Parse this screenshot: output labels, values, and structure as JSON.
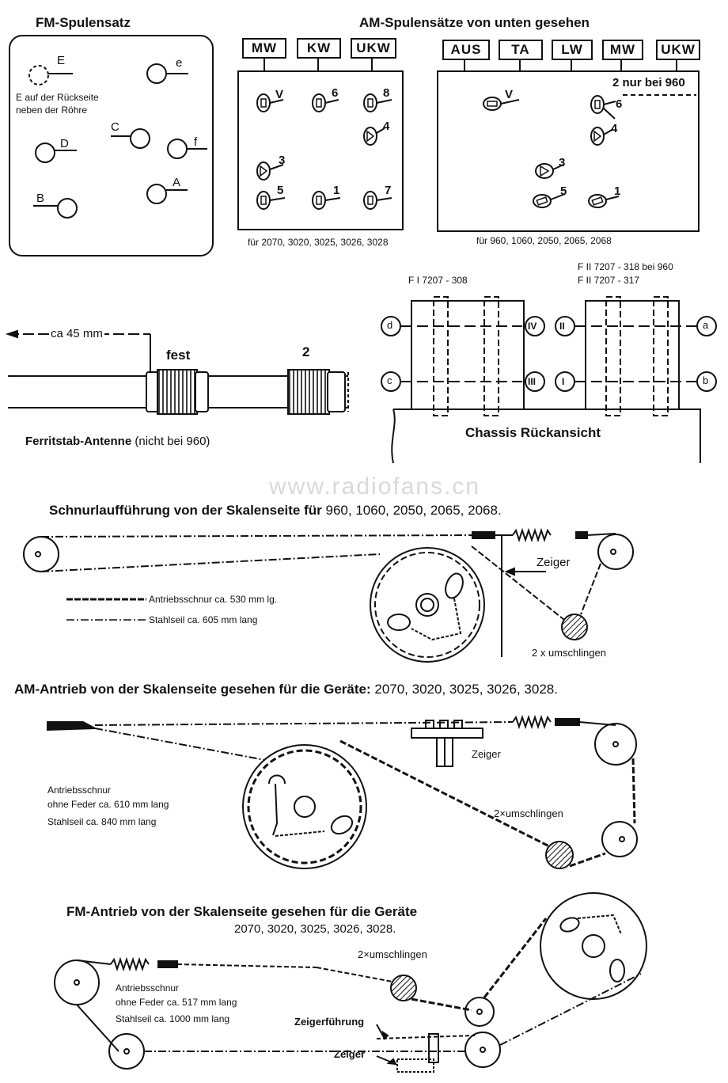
{
  "fm_coil_set": {
    "title": "FM-Spulensatz",
    "pins": [
      "E",
      "e",
      "C",
      "D",
      "f",
      "B",
      "A"
    ],
    "note_line1": "E auf der Rückseite",
    "note_line2": "neben der Röhre"
  },
  "am_coil_sets": {
    "title": "AM-Spulensätze von unten gesehen",
    "left_tags": [
      "MW",
      "KW",
      "UKW"
    ],
    "right_tags": [
      "AUS",
      "TA",
      "LW",
      "MW",
      "UKW"
    ],
    "left_coils": [
      "V",
      "6",
      "8",
      "4",
      "3",
      "5",
      "1",
      "7"
    ],
    "right_coils": [
      "V",
      "6",
      "4",
      "3",
      "5",
      "1"
    ],
    "right_note": "2 nur bei 960",
    "left_caption": "für 2070, 3020, 3025, 3026, 3028",
    "right_caption": "für 960, 1060, 2050, 2065, 2068"
  },
  "ferrite": {
    "dimension": "ca 45 mm",
    "fest": "fest",
    "coil2": "2",
    "title": "Ferritstab-Antenne",
    "note": "(nicht bei 960)"
  },
  "chassis": {
    "filter1": "F I 7207 - 308",
    "filter2a": "F II 7207 - 318 bei 960",
    "filter2b": "F II 7207 - 317",
    "pins_left": [
      "d",
      "c"
    ],
    "pins_mid1": [
      "IV",
      "III"
    ],
    "pins_mid2": [
      "II",
      "I"
    ],
    "pins_right": [
      "a",
      "b"
    ],
    "caption": "Chassis Rückansicht"
  },
  "watermark": "www.radiofans.cn",
  "drive1": {
    "title": "Schnurlaufführung von der Skalenseite für",
    "models": "960, 1060, 2050, 2065, 2068.",
    "zeiger": "Zeiger",
    "legend1": "Antriebsschnur ca. 530 mm lg.",
    "legend2": "Stahlseil ca. 605 mm lang",
    "wrap": "2 x umschlingen"
  },
  "drive2": {
    "title": "AM-Antrieb von der Skalenseite gesehen für die Geräte:",
    "models": "2070, 3020, 3025, 3026, 3028.",
    "zeiger": "Zeiger",
    "wrap": "2×umschlingen",
    "info1": "Antriebsschnur",
    "info2": "ohne Feder ca. 610 mm lang",
    "info3": "Stahlseil ca. 840 mm lang"
  },
  "drive3": {
    "title": "FM-Antrieb von der Skalenseite gesehen für die Geräte",
    "models": "2070, 3020, 3025, 3026, 3028.",
    "wrap": "2×umschlingen",
    "info1": "Antriebsschnur",
    "info2": "ohne Feder ca. 517 mm lang",
    "info3": "Stahlseil ca. 1000 mm lang",
    "guide": "Zeigerführung",
    "zeiger": "Zeiger"
  }
}
